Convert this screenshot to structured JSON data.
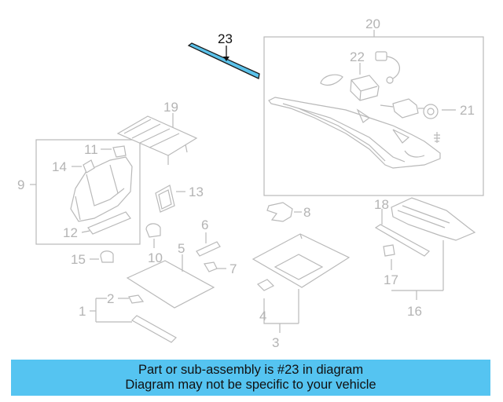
{
  "labels": {
    "l1": "1",
    "l2": "2",
    "l3": "3",
    "l4": "4",
    "l5": "5",
    "l6": "6",
    "l7": "7",
    "l8": "8",
    "l9": "9",
    "l10": "10",
    "l11": "11",
    "l12": "12",
    "l13": "13",
    "l14": "14",
    "l15": "15",
    "l16": "16",
    "l17": "17",
    "l18": "18",
    "l19": "19",
    "l20": "20",
    "l21": "21",
    "l22": "22"
  },
  "highlight": {
    "number": "23",
    "color": "#5bc2ea"
  },
  "banner": {
    "line1": "Part or sub-assembly is #23 in diagram",
    "line2": "Diagram may not be specific to your vehicle",
    "color": "#55c4f1"
  }
}
